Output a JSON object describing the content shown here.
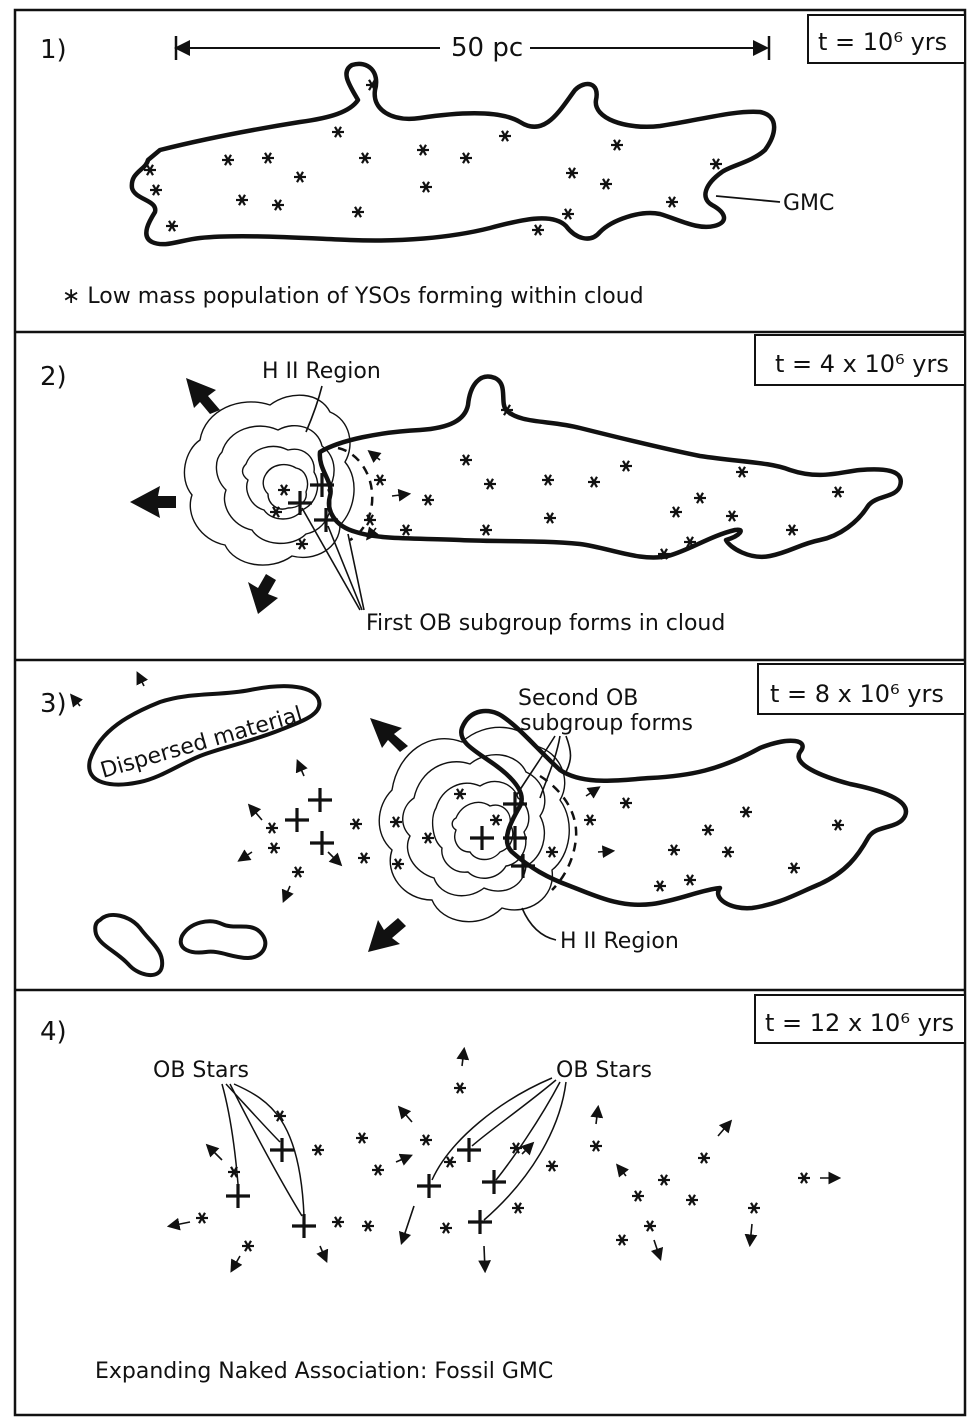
{
  "panels": [
    {
      "number": "1)",
      "time": "t = 10⁶ yrs",
      "scale_label": "50 pc",
      "cloud_label": "GMC",
      "caption": "∗ Low mass population of YSOs forming within cloud"
    },
    {
      "number": "2)",
      "time": "t = 4 x 10⁶ yrs",
      "hii_label": "H II Region",
      "caption": "First OB subgroup forms in cloud"
    },
    {
      "number": "3)",
      "time": "t = 8 x 10⁶ yrs",
      "dispersed_label": "Dispersed material",
      "second_line1": "Second OB",
      "second_line2": "subgroup forms",
      "hii_label": "H II Region"
    },
    {
      "number": "4)",
      "time": "t = 12 x 10⁶ yrs",
      "ob_left": "OB Stars",
      "ob_right": "OB Stars",
      "caption": "Expanding Naked Association: Fossil GMC"
    }
  ],
  "colors": {
    "ink": "#111111",
    "paper": "#ffffff"
  }
}
